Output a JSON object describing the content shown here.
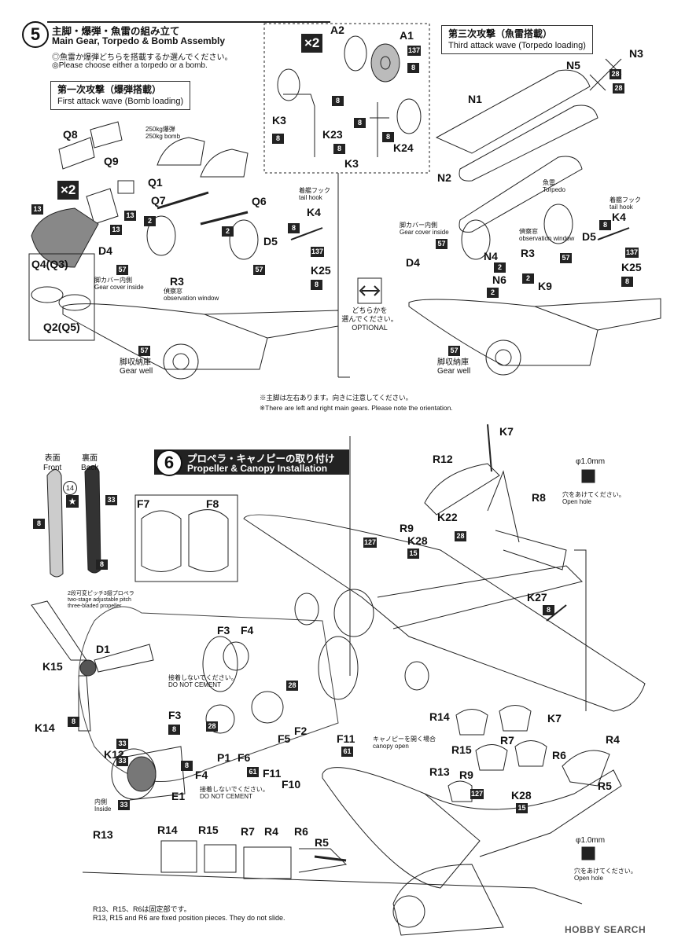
{
  "step5": {
    "number": "5",
    "title_jp": "主脚・爆弾・魚雷の組み立て",
    "title_en": "Main Gear, Torpedo & Bomb Assembly",
    "note_jp": "◎魚雷か爆弾どちらを搭載するか選んでください。",
    "note_en": "◎Please choose either a torpedo or a bomb.",
    "first_wave_jp": "第一次攻撃（爆弾搭載）",
    "first_wave_en": "First attack wave (Bomb loading)",
    "third_wave_jp": "第三次攻撃（魚雷搭載）",
    "third_wave_en": "Third attack wave (Torpedo loading)",
    "bomb_jp": "250kg爆弾",
    "bomb_en": "250kg bomb",
    "torpedo_jp": "魚雷",
    "torpedo_en": "Torpedo",
    "tail_hook_jp": "着艦フック",
    "tail_hook_en": "tail hook",
    "gear_cover_jp": "脚カバー内側",
    "gear_cover_en": "Gear cover inside",
    "obs_window_jp": "偵察窓",
    "obs_window_en": "observation window",
    "gear_well_jp": "脚収納庫",
    "gear_well_en": "Gear well",
    "optional_jp1": "どちらかを",
    "optional_jp2": "選んでください。",
    "optional_en": "OPTIONAL",
    "times2": "×2",
    "note_gear_jp": "※主脚は左右あります。向きに注意してください。",
    "note_gear_en": "※There are left and right main gears. Please note the orientation."
  },
  "step6": {
    "number": "6",
    "title_jp": "プロペラ・キャノピーの取り付け",
    "title_en": "Propeller & Canopy Installation",
    "front_jp": "表面",
    "front_en": "Front",
    "back_jp": "裏面",
    "back_en": "Back",
    "prop_jp": "2段可変ピッチ3翅プロペラ",
    "prop_en1": "two-stage adjustable pitch",
    "prop_en2": "three-bladed propeller",
    "no_cement_jp": "接着しないでください。",
    "no_cement_en": "DO NOT CEMENT",
    "inside_jp": "内側",
    "inside_en": "Inside",
    "hole_size": "φ1.0mm",
    "hole_jp": "穴をあけてください。",
    "hole_en": "Open hole",
    "canopy_open_jp": "キャノピーを開く場合",
    "canopy_open_en": "canopy open",
    "fixed_jp": "R13、R15、R6は固定部です。",
    "fixed_en": "R13, R15 and R6 are fixed position pieces. They do not slide."
  },
  "parts": {
    "A1": "A1",
    "A2": "A2",
    "K3a": "K3",
    "K3b": "K3",
    "K23": "K23",
    "K24": "K24",
    "Q8": "Q8",
    "Q9": "Q9",
    "Q1": "Q1",
    "Q7": "Q7",
    "Q6": "Q6",
    "Q43": "Q4(Q3)",
    "Q25": "Q2(Q5)",
    "D4a": "D4",
    "D4b": "D4",
    "D5a": "D5",
    "D5b": "D5",
    "R3a": "R3",
    "R3b": "R3",
    "K4a": "K4",
    "K4b": "K4",
    "K25a": "K25",
    "K25b": "K25",
    "N1": "N1",
    "N2": "N2",
    "N3": "N3",
    "N4": "N4",
    "N5": "N5",
    "N6": "N6",
    "K9": "K9",
    "K7a": "K7",
    "K7b": "K7",
    "R12": "R12",
    "R8": "R8",
    "R9a": "R9",
    "R9b": "R9",
    "K28a": "K28",
    "K28b": "K28",
    "K22": "K22",
    "K27": "K27",
    "F7": "F7",
    "F8": "F8",
    "D1": "D1",
    "K15": "K15",
    "K14": "K14",
    "F3a": "F3",
    "F4a": "F4",
    "F3b": "F3",
    "F4b": "F4",
    "F5": "F5",
    "F6": "F6",
    "F2": "F2",
    "F11a": "F11",
    "F11b": "F11",
    "F10": "F10",
    "P1": "P1",
    "K12": "K12",
    "E1": "E1",
    "R14a": "R14",
    "R7a": "R7",
    "R15a": "R15",
    "R6a": "R6",
    "R4a": "R4",
    "R5a": "R5",
    "R13a": "R13",
    "R13b": "R13",
    "R14b": "R14",
    "R15b": "R15",
    "R7b": "R7",
    "R4b": "R4",
    "R6b": "R6",
    "R5b": "R5"
  },
  "colors": {
    "c8": "8",
    "c13": "13",
    "c137": "137",
    "c2": "2",
    "c57": "57",
    "c28": "28",
    "c127": "127",
    "c15": "15",
    "c33": "33",
    "c61": "61",
    "c14": "14"
  },
  "watermark": "HOBBY SEARCH"
}
